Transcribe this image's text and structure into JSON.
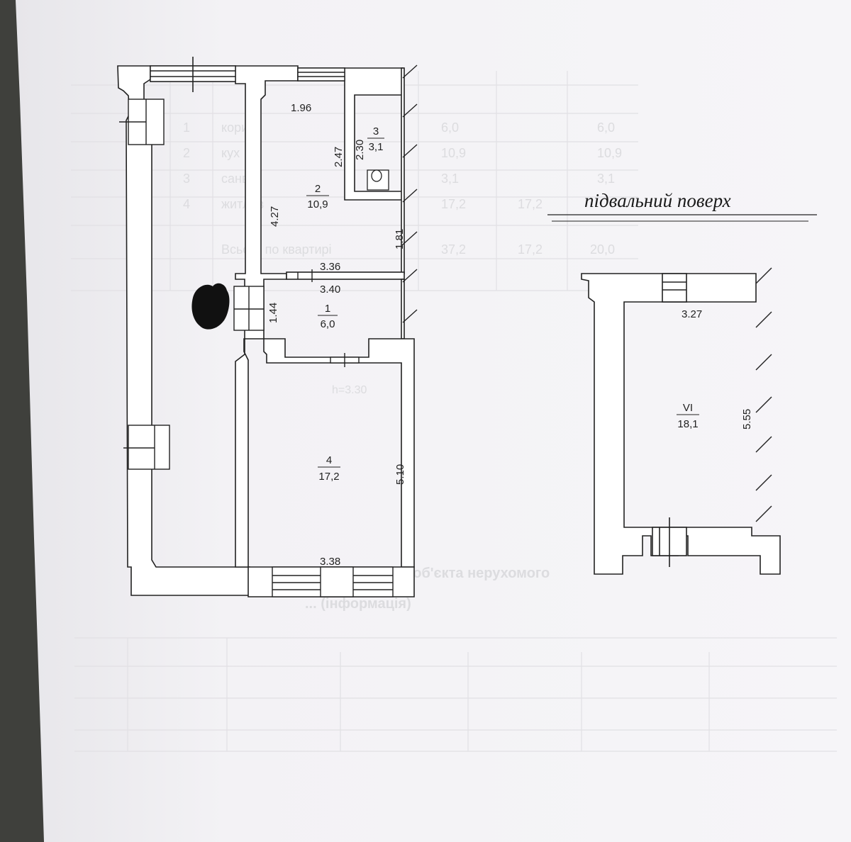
{
  "title": "підвальний поверх",
  "colors": {
    "background": "#3f403c",
    "paper": "#f4f3f6",
    "ink": "#222222",
    "wall": "#ffffff",
    "redaction": "#111111"
  },
  "rooms": [
    {
      "number": "1",
      "area": "6,0"
    },
    {
      "number": "2",
      "area": "10,9"
    },
    {
      "number": "3",
      "area": "3,1"
    },
    {
      "number": "4",
      "area": "17,2"
    },
    {
      "number": "VI",
      "area": "18,1"
    }
  ],
  "dimensions": {
    "room2_top": "1.96",
    "room2_left": "4.27",
    "room2_right": "1.81",
    "room2_bottom": "3.36",
    "room3_outer": "2.47",
    "room3_inner": "2.30",
    "room1_top": "3.40",
    "room1_left": "1.44",
    "room4_right": "5.10",
    "room4_bottom": "3.38",
    "basement_top": "3.27",
    "basement_right": "5.55"
  },
  "faint_background_text": {
    "row_numbers": [
      "1",
      "2",
      "3",
      "4"
    ],
    "row_fragments": [
      "кори",
      "кух",
      "санвуз",
      "житлов"
    ],
    "values": [
      "6,0",
      "10,9",
      "3,1",
      "17,2",
      "17,2",
      "6,0",
      "10,9",
      "3,1"
    ],
    "total_label": "Всього по квартирі",
    "totals": [
      "37,2",
      "17,2",
      "20,0"
    ],
    "height_note": "h=3.30",
    "lower_heading_1": "... об'єкта нерухомого",
    "lower_heading_2": "... (інформація)"
  }
}
